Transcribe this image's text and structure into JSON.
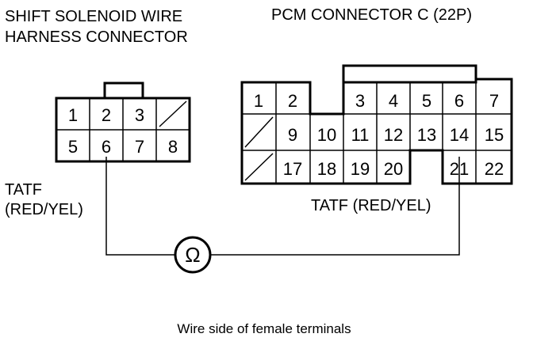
{
  "left_connector": {
    "title_line1": "SHIFT SOLENOID WIRE",
    "title_line2": "HARNESS CONNECTOR",
    "pins_row1": [
      "1",
      "2",
      "3",
      ""
    ],
    "pins_row2": [
      "5",
      "6",
      "7",
      "8"
    ],
    "wire_label_line1": "TATF",
    "wire_label_line2": "(RED/YEL)"
  },
  "right_connector": {
    "title": "PCM CONNECTOR C (22P)",
    "pins_row1": [
      "1",
      "2",
      "3",
      "4",
      "5",
      "6",
      "7"
    ],
    "pins_row2": [
      "9",
      "10",
      "11",
      "12",
      "13",
      "14",
      "15"
    ],
    "pins_row3": [
      "17",
      "18",
      "19",
      "20",
      "21",
      "22"
    ],
    "wire_label": "TATF (RED/YEL)"
  },
  "meter_symbol": "Ω",
  "caption": "Wire side of female terminals"
}
